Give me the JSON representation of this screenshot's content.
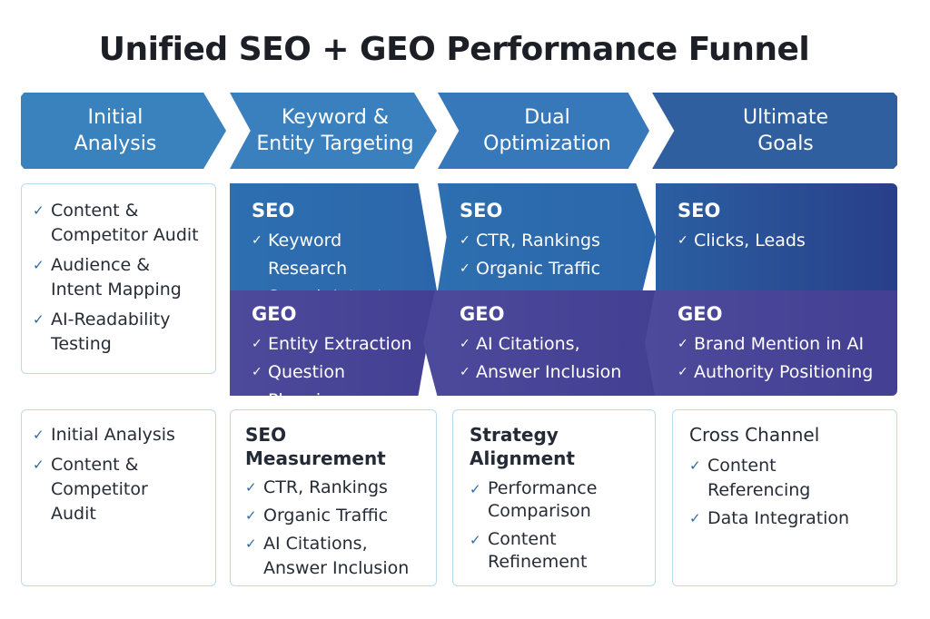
{
  "title": "Unified SEO + GEO Performance Funnel",
  "stages": [
    {
      "label": "Initial\nAnalysis"
    },
    {
      "label": "Keyword &\nEntity Targeting"
    },
    {
      "label": "Dual\nOptimization"
    },
    {
      "label": "Ultimate\nGoals"
    }
  ],
  "analysis_box": {
    "items": [
      "Content & Competitor Audit",
      "Audience & Intent Mapping",
      "AI-Readability Testing"
    ]
  },
  "keyword": {
    "seo": {
      "heading": "SEO",
      "items": [
        "Keyword Research",
        "Search Intent"
      ]
    },
    "geo": {
      "heading": "GEO",
      "items": [
        "Entity Extraction",
        "Question Phrasing"
      ]
    }
  },
  "dual": {
    "seo": {
      "heading": "SEO",
      "items": [
        "CTR, Rankings",
        "Organic Traffic"
      ]
    },
    "geo": {
      "heading": "GEO",
      "items": [
        "AI Citations,",
        "Answer Inclusion"
      ]
    }
  },
  "goals": {
    "seo": {
      "heading": "SEO",
      "items": [
        "Clicks, Leads"
      ]
    },
    "geo": {
      "heading": "GEO",
      "items": [
        "Brand Mention in AI",
        "Authority Positioning"
      ]
    }
  },
  "bottom": {
    "col1": {
      "items": [
        "Initial Analysis",
        "Content & Competitor Audit"
      ]
    },
    "col2": {
      "heading": "SEO Measurement",
      "items": [
        "CTR, Rankings",
        "Organic Traffic",
        "AI Citations, Answer Inclusion"
      ]
    },
    "col3": {
      "heading": "Strategy Alignment",
      "items": [
        "Performance Comparison",
        "Content Refinement"
      ]
    },
    "col4": {
      "heading": "Cross Channel",
      "items": [
        "Content Referencing",
        "Data Integration"
      ]
    }
  },
  "icons": {
    "check": "check-icon"
  },
  "colors": {
    "chevron_blue": "#3a82bd",
    "chevron_dark": "#2f5f9e",
    "seo_panel": "#2d6fb0",
    "geo_panel": "#4d4a9c",
    "box_border": "#b9dbec",
    "check": "#2f6aa6"
  }
}
